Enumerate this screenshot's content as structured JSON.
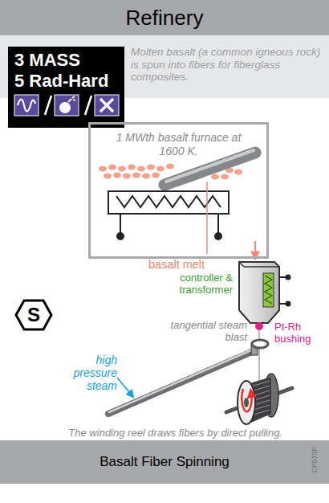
{
  "diagram": {
    "title": "Refinery",
    "caption": "Basalt Fiber Spinning",
    "nodes": [
      {
        "text": [
          "3 MASS",
          "5 Rad-Hard"
        ]
      },
      {
        "text": [
          "1 MWth basalt furnace at 1600 K."
        ]
      },
      {
        "text": [
          "S"
        ]
      }
    ],
    "labels": [
      "Molten basalt (a common igneous rock) is spun into fibers for fiberglass composites.",
      "basalt melt",
      "controller & transformer",
      "Pt-Rh bushing",
      "tangential steam blast",
      "high pressure steam",
      "The winding reel draws fibers by direct pulling.",
      "CF073F"
    ]
  }
}
